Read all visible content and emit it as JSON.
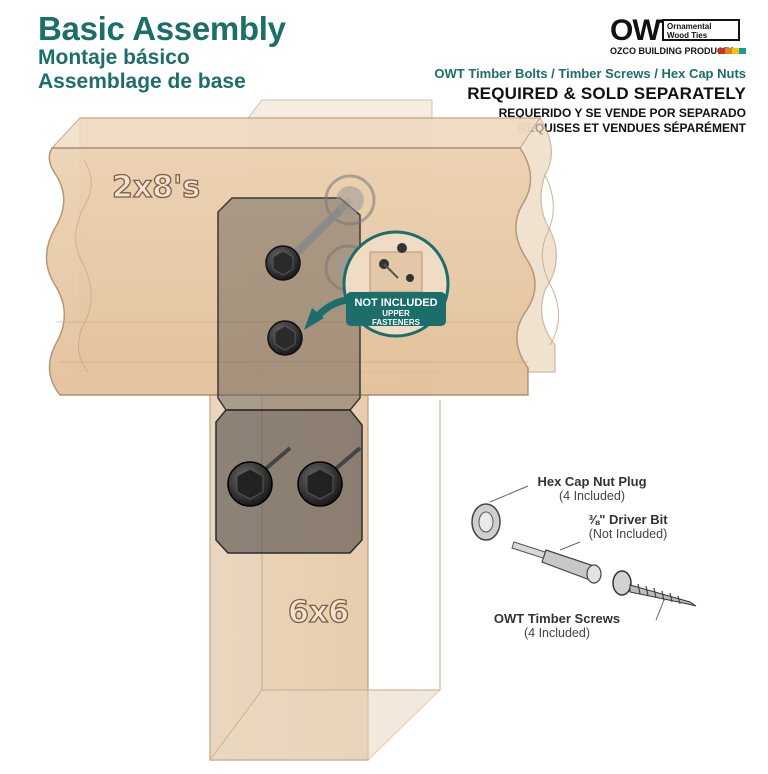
{
  "header": {
    "title": "Basic Assembly",
    "subtitle_es": "Montaje básico",
    "subtitle_fr": "Assemblage de base"
  },
  "logo": {
    "brand": "OWT",
    "brand_full": "Ornamental Wood Ties",
    "maker": "OZCO BUILDING PRODUCTS"
  },
  "notice": {
    "products": "OWT Timber Bolts / Timber Screws / Hex Cap Nuts",
    "required_en": "REQUIRED & SOLD SEPARATELY",
    "required_es": "REQUERIDO Y SE VENDE POR SEPARADO",
    "required_fr": "REQUISES ET VENDUES SÉPARÉMENT"
  },
  "lumber": {
    "beam_label": "2x8's",
    "post_label": "6x6"
  },
  "callout": {
    "line1": "NOT INCLUDED",
    "line2": "UPPER",
    "line3": "FASTENERS"
  },
  "parts": {
    "plug_name": "Hex Cap Nut Plug",
    "plug_qty": "(4 Included)",
    "bit_name": "⅜\" Driver Bit",
    "bit_qty": "(Not Included)",
    "screw_name": "OWT Timber Screws",
    "screw_qty": "(4 Included)"
  },
  "colors": {
    "brand_teal": "#1c6e6a",
    "wood": "#e8c9a4",
    "steel": "#5b5652"
  }
}
